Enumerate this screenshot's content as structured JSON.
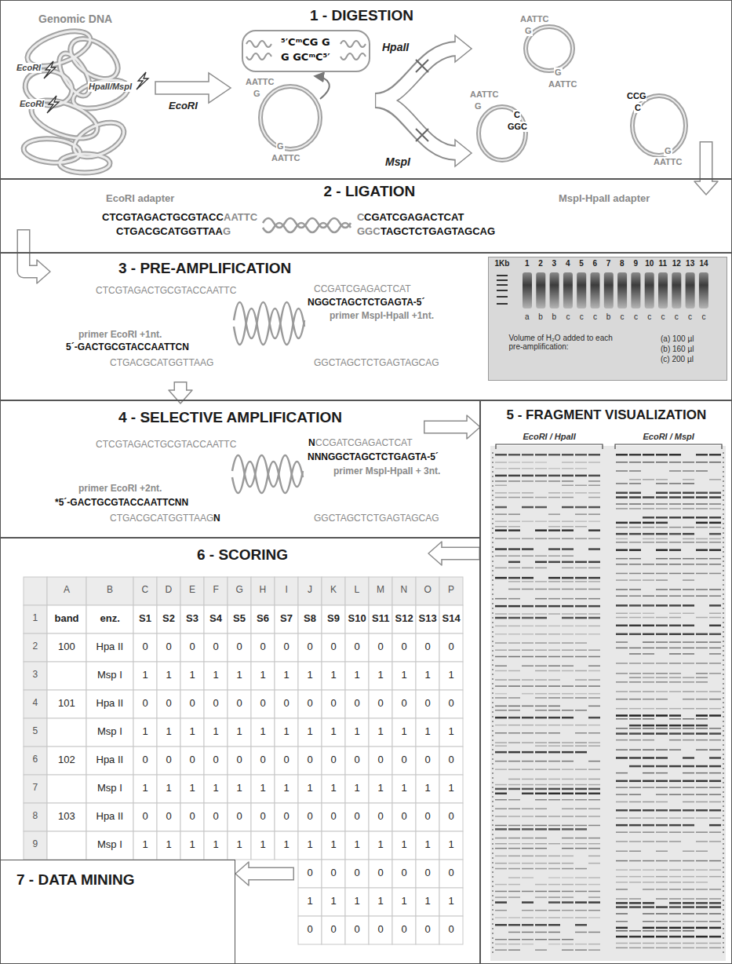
{
  "diagram": {
    "nodes": [
      {
        "text": [
          "1 - DIGESTION"
        ]
      },
      {
        "text": [
          "⁵′CᵐCG G",
          "G GCᵐC⁵′"
        ],
        "in": 0
      },
      {
        "text": [
          "2 - LIGATION"
        ]
      },
      {
        "text": [
          "3 - PRE-AMPLIFICATION"
        ]
      },
      {
        "text": [
          "Volume of H₂O added to each pre-amplification:"
        ],
        "in": 3
      },
      {
        "text": [
          "4 - SELECTIVE AMPLIFICATION"
        ]
      },
      {
        "text": [
          "5 - FRAGMENT VISUALIZATION"
        ]
      },
      {
        "text": [
          "6 - SCORING"
        ]
      },
      {
        "text": [
          "7 - DATA MINING"
        ]
      }
    ],
    "edges": [
      {
        "from": 0,
        "to": 2,
        "arrow": "to"
      },
      {
        "from": 2,
        "to": 3,
        "arrow": "to"
      },
      {
        "from": 3,
        "to": 5,
        "arrow": "to"
      },
      {
        "from": 5,
        "to": 6,
        "arrow": "to"
      },
      {
        "from": 6,
        "to": 7,
        "arrow": "to"
      },
      {
        "from": 7,
        "to": 8,
        "arrow": "to"
      }
    ],
    "labels": [
      "Genomic DNA",
      "EcoRI",
      "HpaII/MspI",
      "EcoRI",
      "EcoRI",
      "AATTC",
      "G",
      "G",
      "AATTC",
      "HpaII",
      "MspI",
      "AATTC",
      "G",
      "G",
      "AATTC",
      "AATTC",
      "G",
      "C",
      "GGC",
      "CCG",
      "C",
      "G",
      "AATTC",
      "EcoRI adapter",
      "MspI-HpaII adapter",
      "CTCGTAGACTGCGTACC",
      "AATTC",
      "CTGACGCATGGTTAA",
      "G",
      "C",
      "CGATCGAGACTCAT",
      "GGC",
      "TAGCTCTGAGTAGCAG",
      "CTCGTAGACTGCGTACCAATTC",
      "CCGATCGAGACTCAT",
      "NGGCTAGCTCTGAGTA-5´",
      "primer MspI-HpaII +1nt.",
      "primer EcoRI +1nt.",
      "5´-GACTGCGTACCAATTCN",
      "CTGACGCATGGTTAAG",
      "GGCTAGCTCTGAGTAGCAG",
      "1Kb",
      "1",
      "2",
      "3",
      "4",
      "5",
      "6",
      "7",
      "8",
      "9",
      "10",
      "11",
      "12",
      "13",
      "14",
      "a",
      "b",
      "b",
      "c",
      "c",
      "c",
      "b",
      "c",
      "c",
      "c",
      "c",
      "c",
      "c",
      "c",
      "(a) 100 µl",
      "(b) 160 µl",
      "(c) 200 µl",
      "CTCGTAGACTGCGTACCAATTC",
      "N",
      "CCGATCGAGACTCAT",
      "NNNGGCTAGCTCTGAGTA-5´",
      "primer MspI-HpaII + 3nt.",
      "primer EcoRI +2nt.",
      "*5´-GACTGCGTACCAATTCNN",
      "CTGACGCATGGTTAAG",
      "N",
      "GGCTAGCTCTGAGTAGCAG",
      "EcoRI / HpaII",
      "EcoRI / MspI",
      "A",
      "B",
      "C",
      "D",
      "E",
      "F",
      "G",
      "H",
      "I",
      "J",
      "K",
      "L",
      "M",
      "N",
      "O",
      "P",
      "1",
      "band",
      "enz.",
      "S1",
      "S2",
      "S3",
      "S4",
      "S5",
      "S6",
      "S7",
      "S8",
      "S9",
      "S10",
      "S11",
      "S12",
      "S13",
      "S14",
      "2",
      "100",
      "Hpa II",
      "0",
      "0",
      "0",
      "0",
      "0",
      "0",
      "0",
      "0",
      "0",
      "0",
      "0",
      "0",
      "0",
      "0",
      "3",
      "Msp I",
      "1",
      "1",
      "1",
      "1",
      "1",
      "1",
      "1",
      "1",
      "1",
      "1",
      "1",
      "1",
      "1",
      "1",
      "4",
      "101",
      "Hpa II",
      "0",
      "0",
      "0",
      "0",
      "0",
      "0",
      "0",
      "0",
      "0",
      "0",
      "0",
      "0",
      "0",
      "0",
      "5",
      "Msp I",
      "1",
      "1",
      "1",
      "1",
      "1",
      "1",
      "1",
      "1",
      "1",
      "1",
      "1",
      "1",
      "1",
      "1",
      "6",
      "102",
      "Hpa II",
      "0",
      "0",
      "0",
      "0",
      "0",
      "0",
      "0",
      "0",
      "0",
      "0",
      "0",
      "0",
      "0",
      "0",
      "7",
      "Msp I",
      "1",
      "1",
      "1",
      "1",
      "1",
      "1",
      "1",
      "1",
      "1",
      "1",
      "1",
      "1",
      "1",
      "1",
      "8",
      "103",
      "Hpa II",
      "0",
      "0",
      "0",
      "0",
      "0",
      "0",
      "0",
      "0",
      "0",
      "0",
      "0",
      "0",
      "0",
      "0",
      "9",
      "Msp I",
      "1",
      "1",
      "1",
      "1",
      "1",
      "1",
      "1",
      "1",
      "1",
      "1",
      "1",
      "1",
      "1",
      "1",
      "0",
      "0",
      "0",
      "0",
      "0",
      "0",
      "0",
      "1",
      "1",
      "1",
      "1",
      "1",
      "1",
      "1",
      "0",
      "0",
      "0",
      "0",
      "0",
      "0",
      "0"
    ]
  }
}
